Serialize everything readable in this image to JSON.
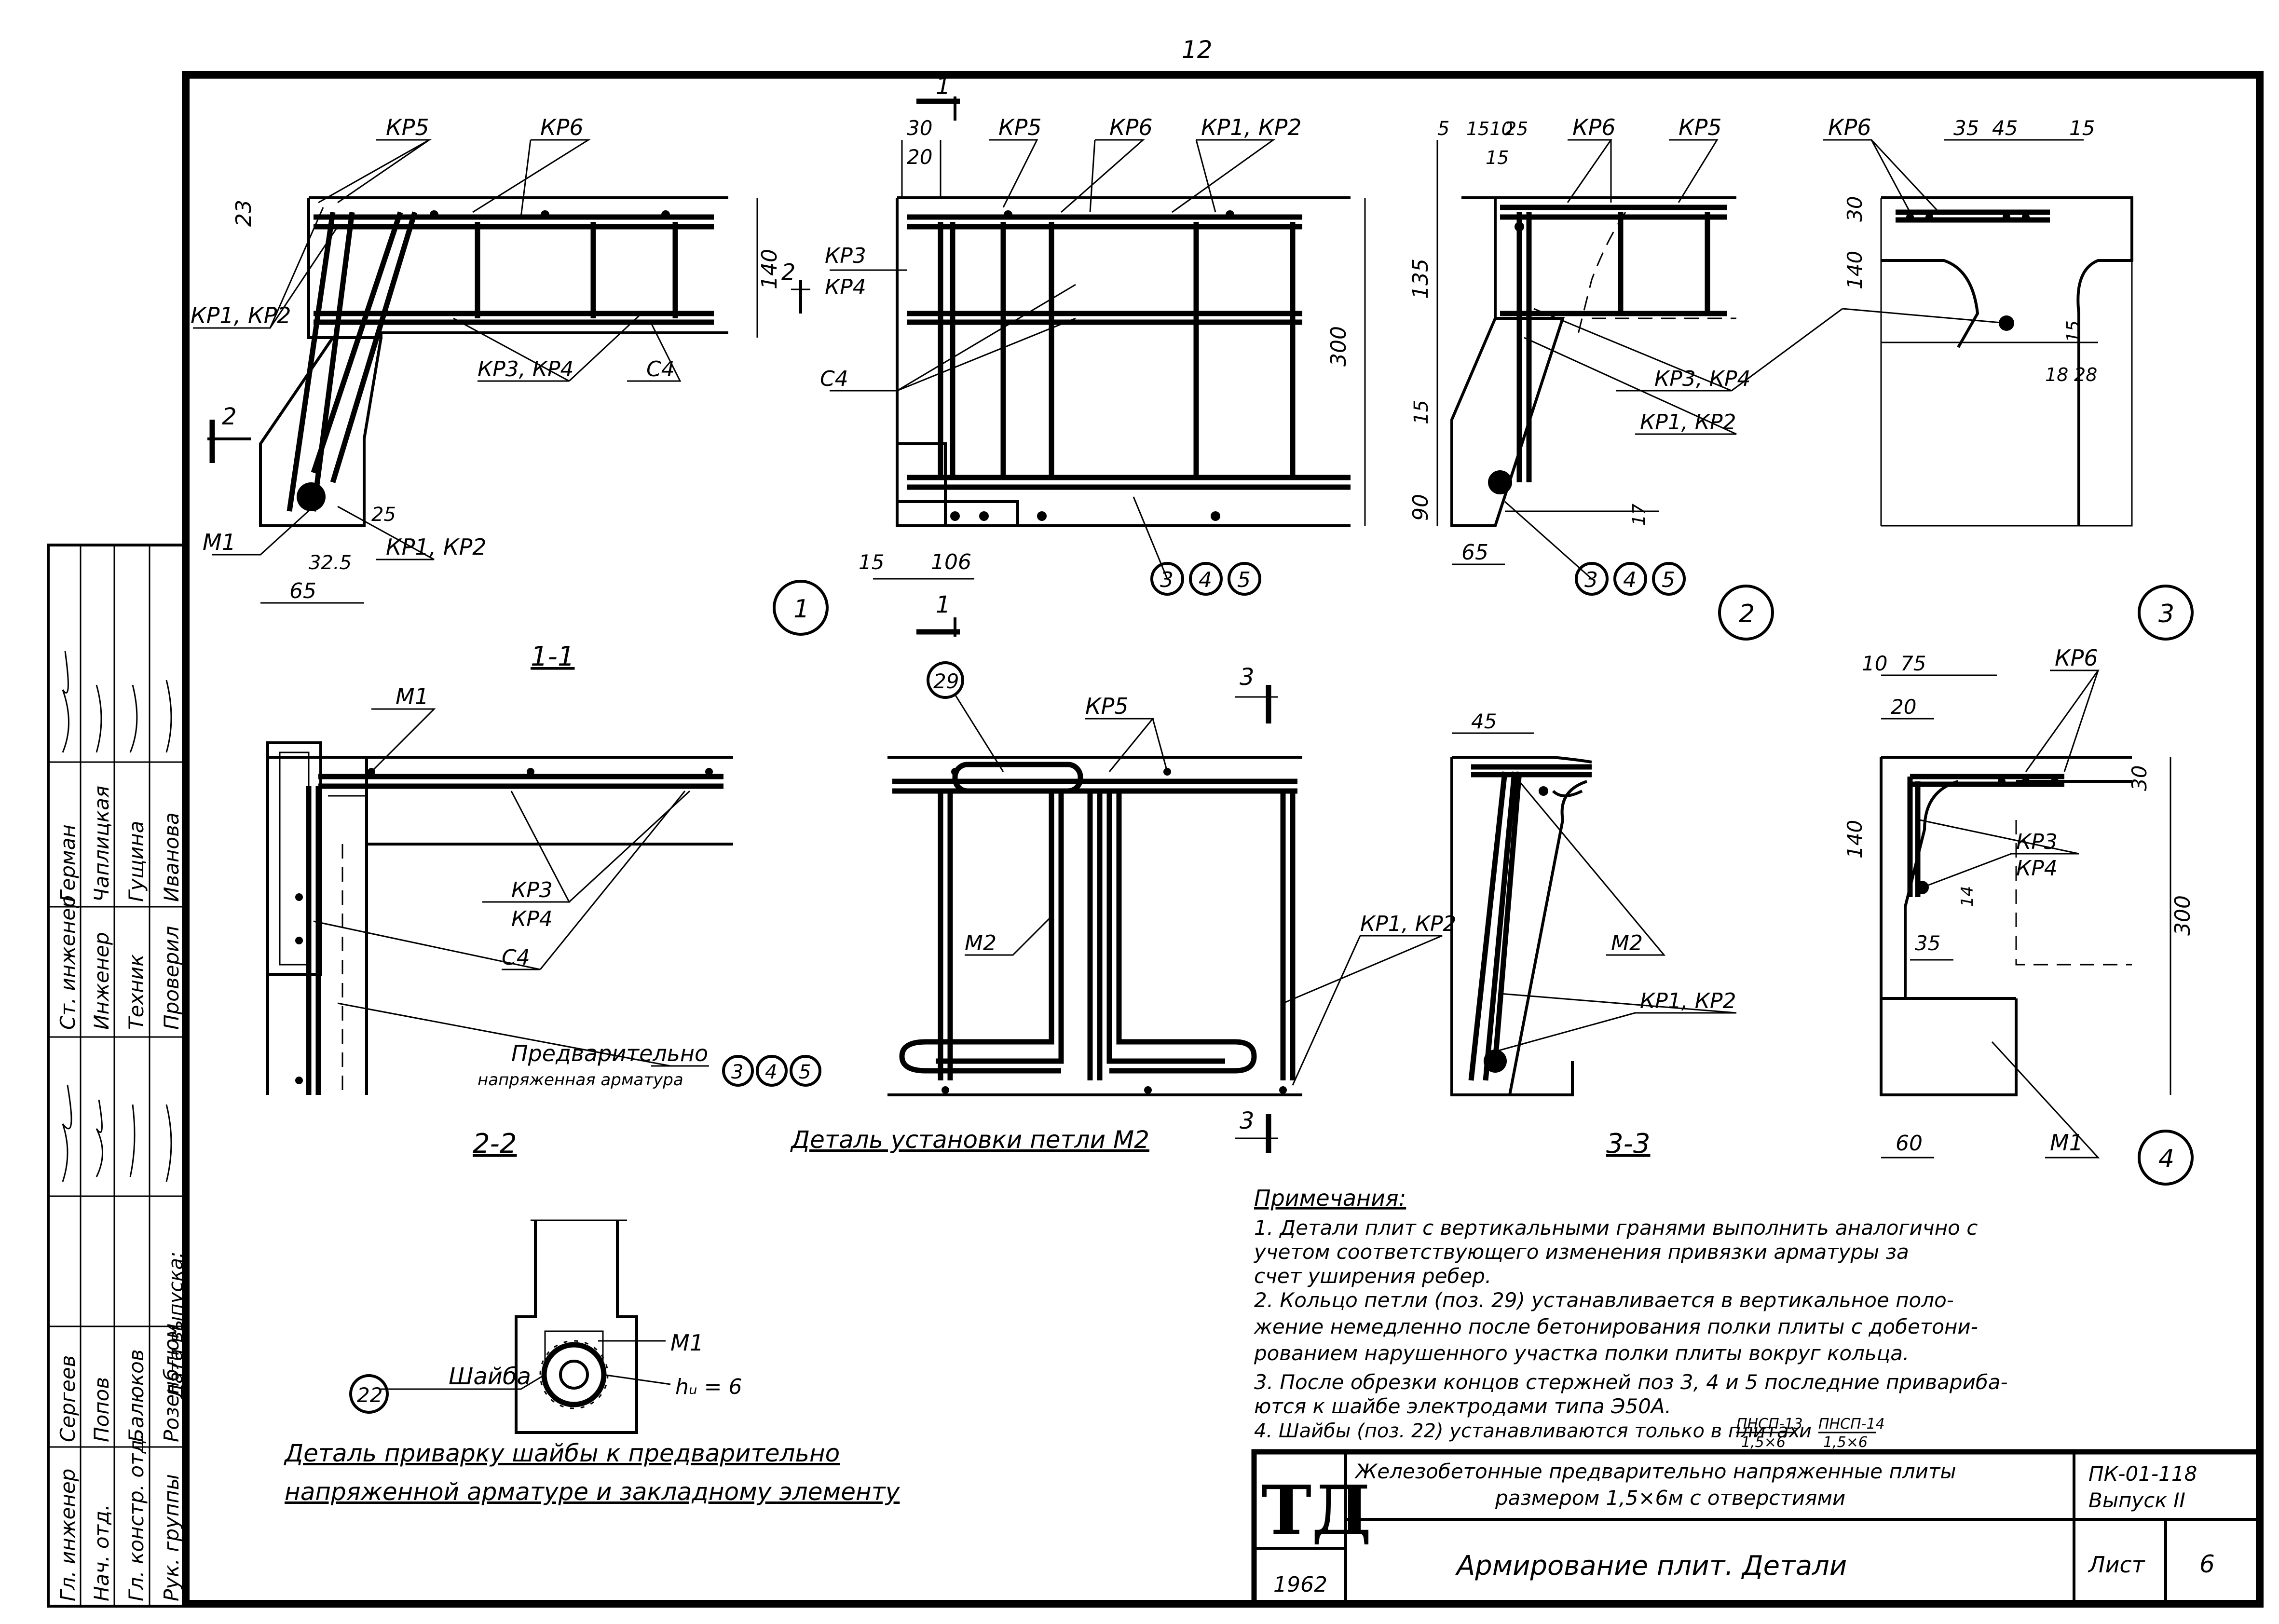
{
  "page_number": "12",
  "labels": {
    "kp1_kp2": "КР1, КР2",
    "kp3_kp4": "КР3, КР4",
    "kp3": "КР3",
    "kp4": "КР4",
    "kp5": "КР5",
    "kp6": "КР6",
    "c4": "С4",
    "m1": "М1",
    "m2": "М2",
    "shaiba": "Шайба",
    "hw": "hᵤ = 6",
    "prestressed_1": "Предварительно",
    "prestressed_2": "напряженная арматура"
  },
  "section_markers": {
    "s1": "1",
    "s2": "2",
    "s3": "3"
  },
  "position_numbers": [
    "3",
    "4",
    "5"
  ],
  "pos_29": "29",
  "pos_22": "22",
  "detail_numbers": [
    "1",
    "2",
    "3",
    "4"
  ],
  "titles": {
    "s11": "1-1",
    "s22": "2-2",
    "s33": "3-3",
    "detail_m2": "Деталь установки петли М2",
    "detail_washer_1": "Деталь приварку шайбы к предварительно",
    "detail_washer_2": "напряженной арматуре и закладному элементу"
  },
  "dims": {
    "d23": "23",
    "d140": "140",
    "d300": "300",
    "d25": "25",
    "d325": "32.5",
    "d65": "65",
    "d30": "30",
    "d20": "20",
    "d15": "15",
    "d106": "106",
    "d5": "5",
    "d1510": "1510",
    "d135": "135",
    "d90": "90",
    "d17": "17",
    "d35": "35",
    "d45": "45",
    "d18": "18",
    "d28": "28",
    "d10": "10",
    "d75": "75",
    "d60": "60",
    "d14": "14"
  },
  "notes": {
    "heading": "Примечания:",
    "lines": [
      "1. Детали плит с вертикальными гранями выполнить аналогично с",
      "учетом соответствующего изменения привязки арматуры за",
      "счет уширения ребер.",
      "2. Кольцо петли (поз. 29) устанавливается в вертикальное поло-",
      "жение немедленно после бетонирования полки плиты с добетони-",
      "рованием нарушенного участка полки плиты вокруг кольца.",
      "3. После обрезки концов стержней поз 3, 4 и 5 последние привариба-",
      "ются к шайбе электродами типа Э50А.",
      "4. Шайбы (поз. 22) устанавливаются только в плитах"
    ],
    "frac1_top": "ПНСП-13",
    "frac1_bot": "1,5×6",
    "frac_and": "и",
    "frac2_top": "ПНСП-14",
    "frac2_bot": "1,5×6"
  },
  "sidebar": {
    "roles": [
      "Гл. инженер",
      "Нач. отд.",
      "Гл. констр. отд.",
      "Рук. группы",
      "Ст. инженер",
      "Инженер",
      "Техник",
      "Проверил"
    ],
    "names": [
      "Сергеев",
      "Попов",
      "Балюков",
      "Розенблюм",
      "Герман",
      "Чаплицкая",
      "Гущина",
      "Иванова"
    ],
    "date_label": "Дата выпуска:"
  },
  "title_block": {
    "logo": "ТД",
    "year": "1962",
    "description_1": "Железобетонные предварительно напряженные плиты",
    "description_2": "размером 1,5×6м с отверстиями",
    "code": "ПК-01-118",
    "issue": "Выпуск II",
    "sheet_title": "Армирование плит. Детали",
    "sheet_label": "Лист",
    "sheet_number": "6"
  }
}
